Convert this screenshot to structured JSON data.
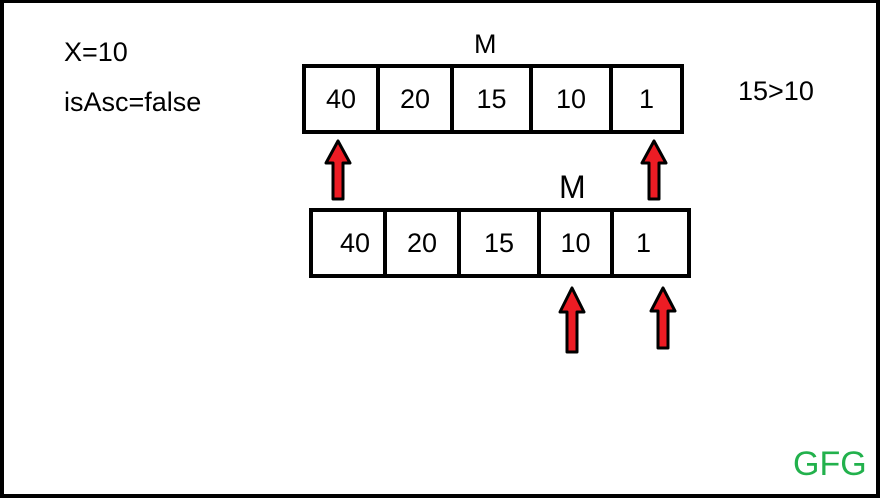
{
  "variables": {
    "x_label": "X=10",
    "is_asc_label": "isAsc=false"
  },
  "comparison": "15>10",
  "top_row": {
    "marker": "M",
    "cells": [
      "40",
      "20",
      "15",
      "10",
      "1"
    ]
  },
  "bottom_row": {
    "marker": "M",
    "cells": [
      "40",
      "20",
      "15",
      "10",
      "1"
    ]
  },
  "arrows": {
    "color": "#ed1c24"
  },
  "watermark": {
    "text": "GFG",
    "color": "#22b14c"
  }
}
